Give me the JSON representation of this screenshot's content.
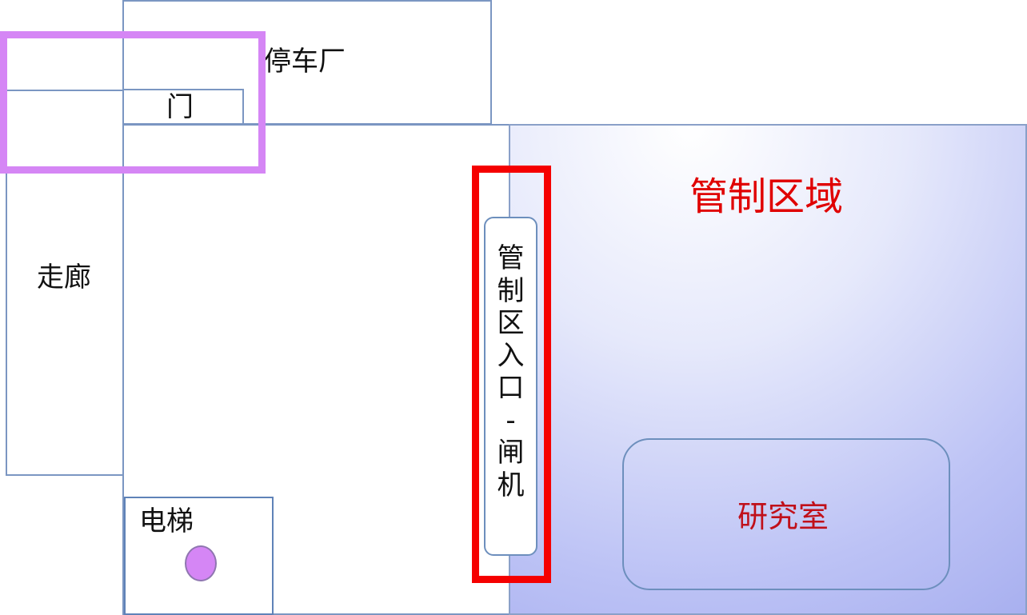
{
  "diagram": {
    "parking": {
      "label": "停车厂"
    },
    "door": {
      "label": "门"
    },
    "corridor": {
      "label": "走廊"
    },
    "elevator": {
      "label": "电梯"
    },
    "controlled_zone": {
      "label": "管制区域"
    },
    "gate": {
      "label": "管制区入口-闸机"
    },
    "lab": {
      "label": "研究室"
    },
    "colors": {
      "outline": "#7b96c2",
      "highlight_red": "#f50000",
      "highlight_purple": "#d586f5",
      "zone_text": "#e00000",
      "zone_fill": "#bcc2f5"
    }
  }
}
